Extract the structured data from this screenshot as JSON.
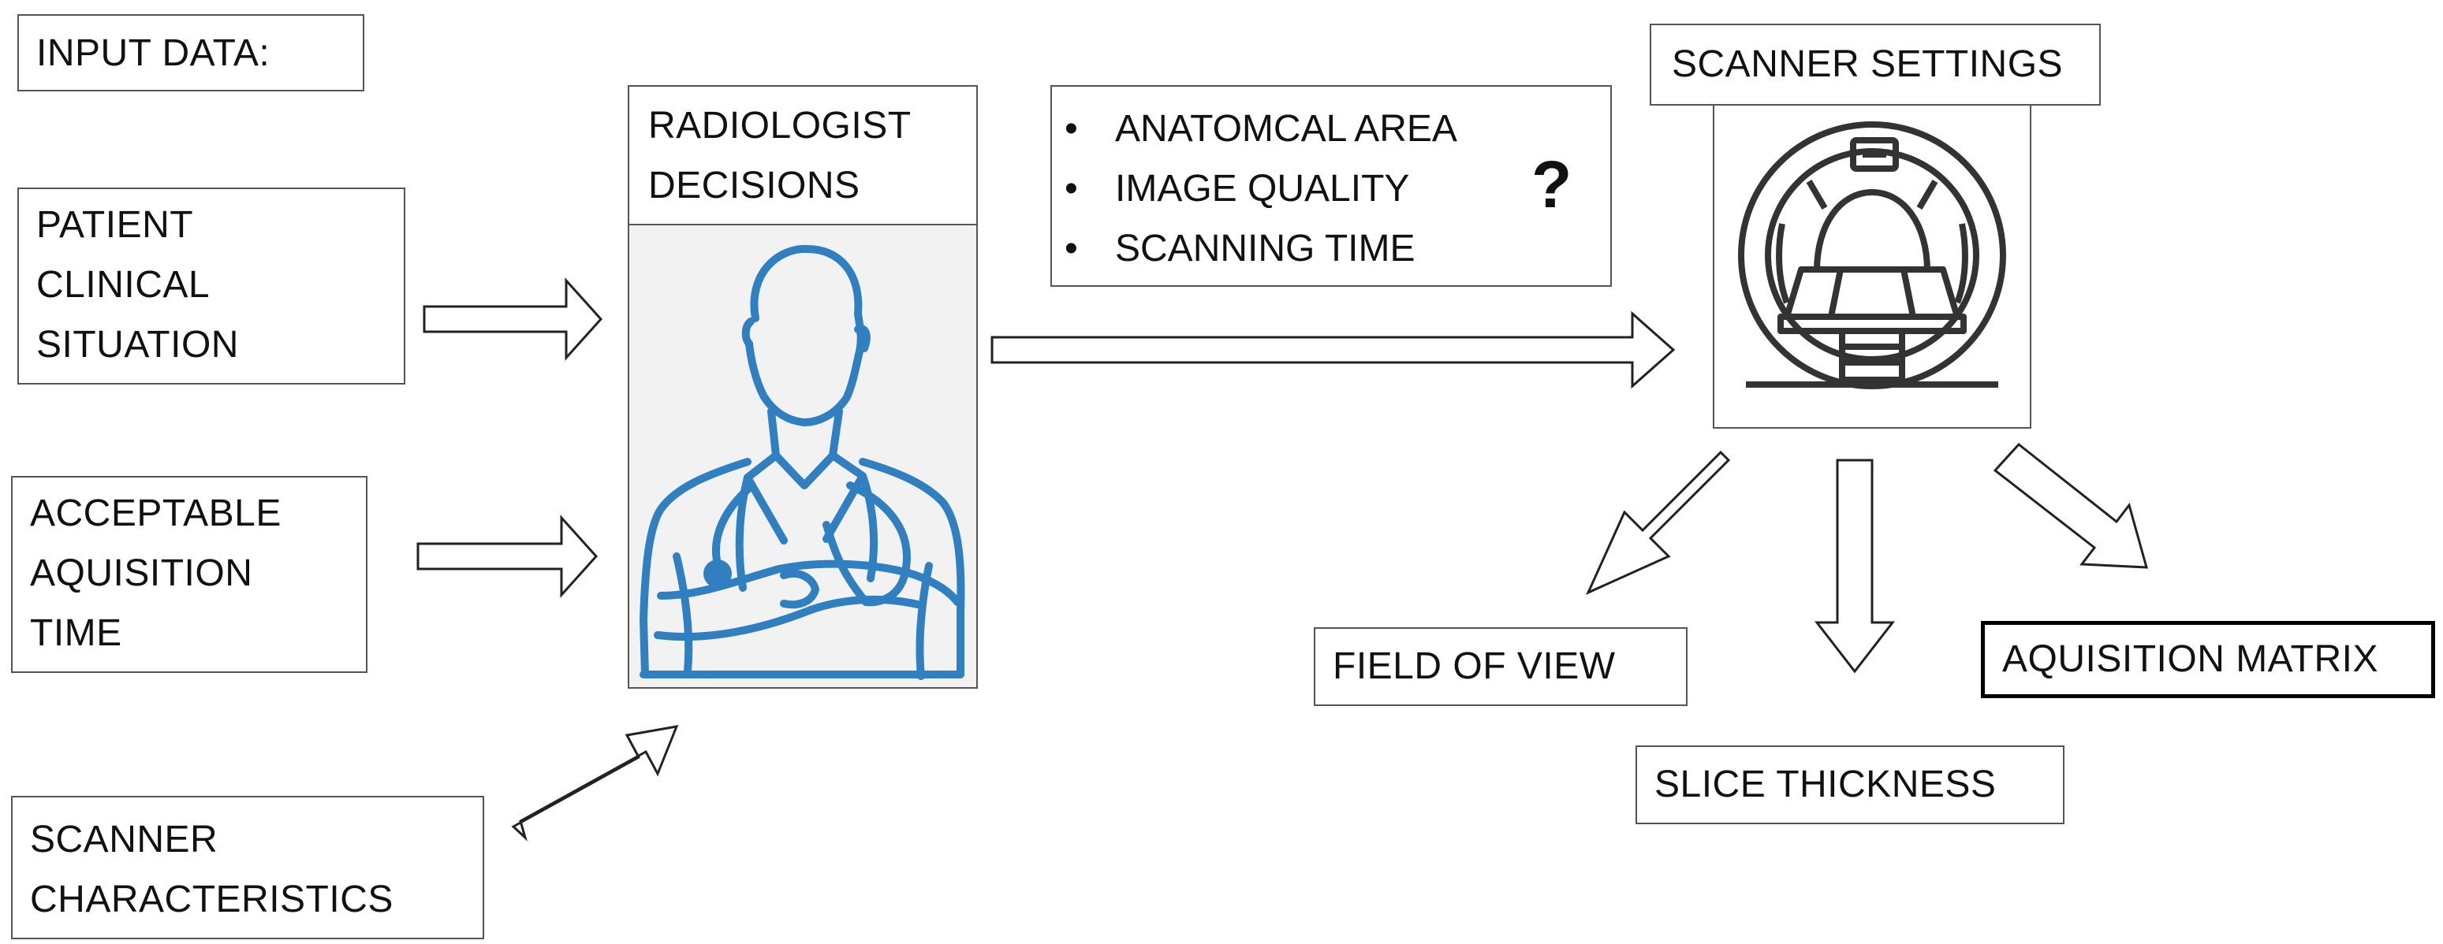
{
  "title": "INPUT DATA:",
  "inputs": {
    "patient": [
      "PATIENT",
      "CLINICAL",
      "SITUATION"
    ],
    "time": [
      "ACCEPTABLE",
      "AQUISITION",
      "TIME"
    ],
    "scanner": [
      "SCANNER",
      "CHARACTERISTICS"
    ]
  },
  "radiologist": {
    "heading": [
      "RADIOLOGIST",
      "DECISIONS"
    ],
    "icon": "doctor-icon",
    "icon_color": "#2f7fc1"
  },
  "criteria": {
    "items": [
      "ANATOMCAL AREA",
      "IMAGE  QUALITY",
      "SCANNING TIME"
    ],
    "question_mark": "?"
  },
  "scanner_settings": {
    "heading": "SCANNER SETTINGS",
    "icon": "mri-scanner-icon"
  },
  "outputs": {
    "fov": "FIELD  OF  VIEW",
    "slice": "SLICE  THICKNESS",
    "matrix": "AQUISITION MATRIX"
  }
}
